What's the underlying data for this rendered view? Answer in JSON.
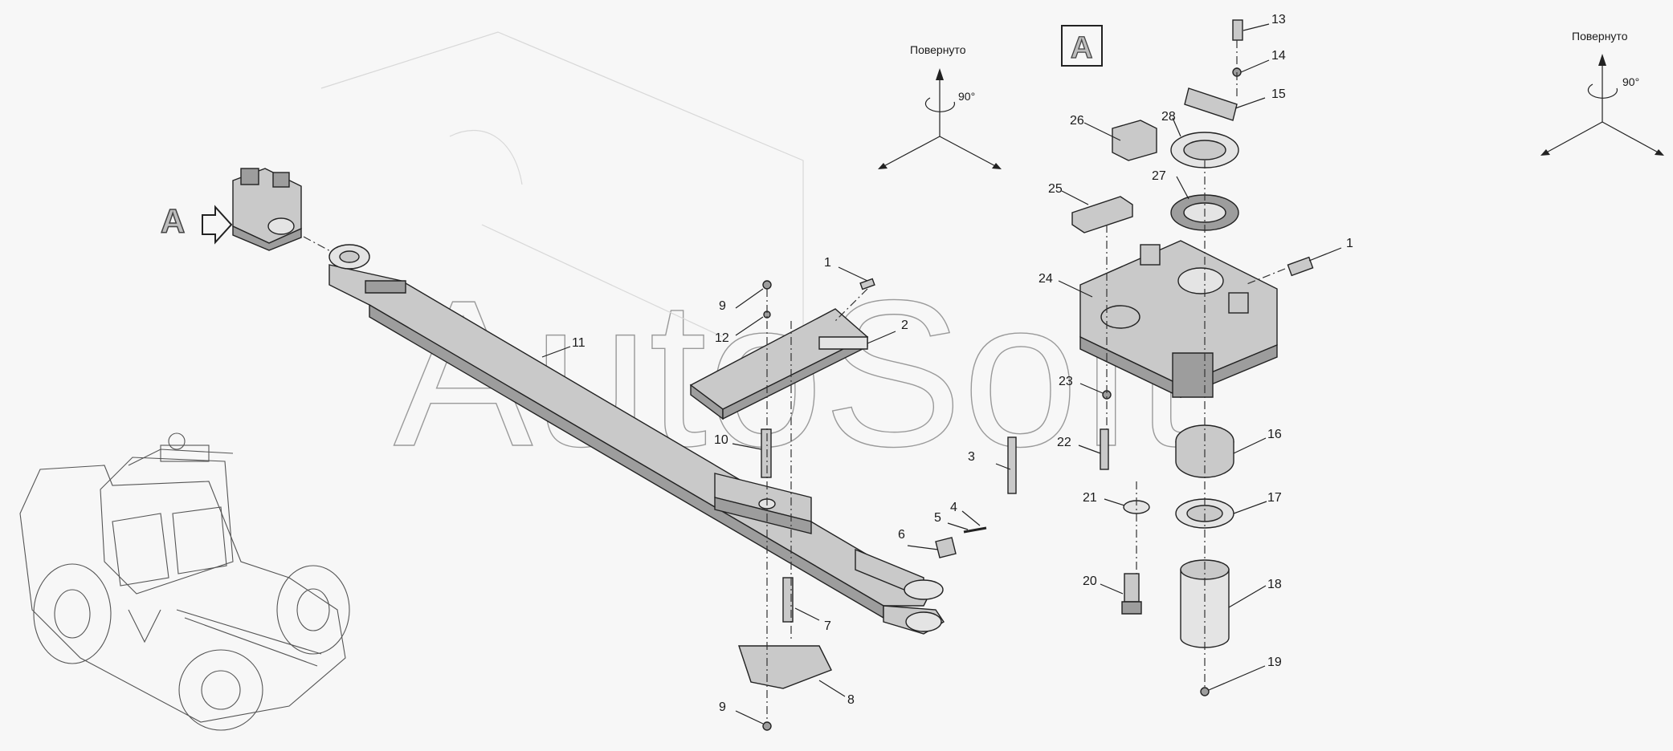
{
  "view_label": "A",
  "watermark": "AutoSoft",
  "rotation_indicators": [
    {
      "label": "Повернуто",
      "angle": "90°"
    },
    {
      "label": "Повернуто",
      "angle": "90°"
    }
  ],
  "callouts": {
    "c1a": "1",
    "c2": "2",
    "c3": "3",
    "c4": "4",
    "c5": "5",
    "c6": "6",
    "c7": "7",
    "c8": "8",
    "c9a": "9",
    "c9b": "9",
    "c10": "10",
    "c11": "11",
    "c12": "12",
    "c1b": "1",
    "c13": "13",
    "c14": "14",
    "c15": "15",
    "c16": "16",
    "c17": "17",
    "c18": "18",
    "c19": "19",
    "c20": "20",
    "c21": "21",
    "c22": "22",
    "c23": "23",
    "c24": "24",
    "c25": "25",
    "c26": "26",
    "c27": "27",
    "c28": "28"
  },
  "colors": {
    "background": "#f7f7f7",
    "part_fill": "#c9c9c9",
    "part_dark": "#9d9d9d",
    "line": "#222222"
  }
}
